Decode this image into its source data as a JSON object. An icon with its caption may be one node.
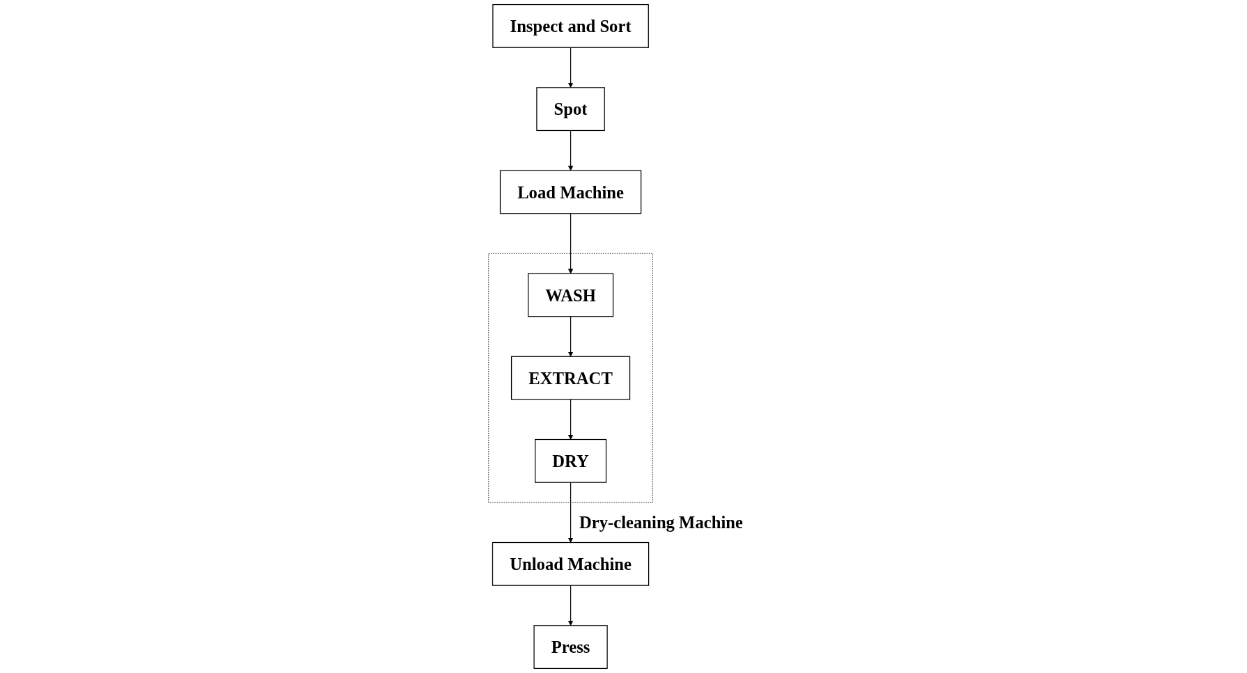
{
  "diagram": {
    "nodes": [
      {
        "text": [
          "Inspect and Sort"
        ]
      },
      {
        "text": [
          "Spot"
        ]
      },
      {
        "text": [
          "Load Machine"
        ]
      },
      {
        "text": [
          "Dry-cleaning Machine"
        ]
      },
      {
        "text": [
          "WASH"
        ],
        "in": 3
      },
      {
        "text": [
          "EXTRACT"
        ],
        "in": 3
      },
      {
        "text": [
          "DRY"
        ],
        "in": 3
      },
      {
        "text": [
          "Unload Machine"
        ]
      },
      {
        "text": [
          "Press"
        ]
      }
    ],
    "edges": [
      {
        "from": 0,
        "to": 1,
        "arrow": "to"
      },
      {
        "from": 1,
        "to": 2,
        "arrow": "to"
      },
      {
        "from": 2,
        "to": 4,
        "arrow": "to"
      },
      {
        "from": 4,
        "to": 5,
        "arrow": "to"
      },
      {
        "from": 5,
        "to": 6,
        "arrow": "to"
      },
      {
        "from": 6,
        "to": 7,
        "arrow": "to"
      },
      {
        "from": 7,
        "to": 8,
        "arrow": "to"
      }
    ]
  }
}
